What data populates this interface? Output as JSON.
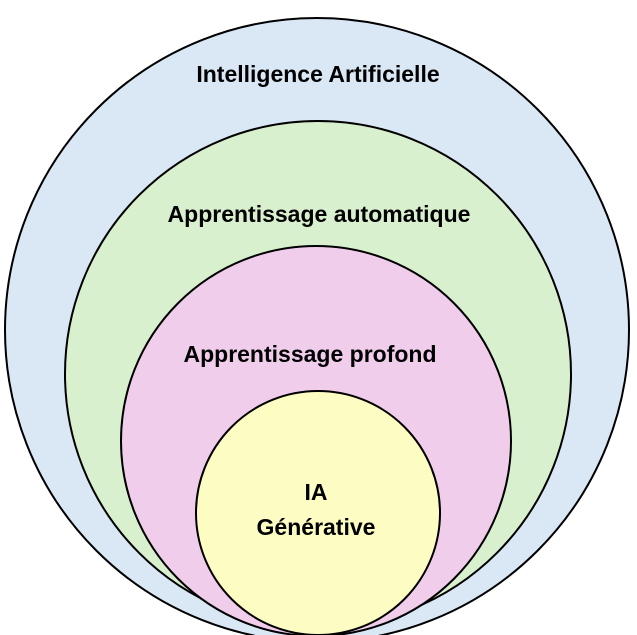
{
  "diagram": {
    "colors": {
      "outline": "#000000",
      "label": "#000000"
    },
    "circles": [
      {
        "key": "ai",
        "label": [
          "Intelligence Artificielle"
        ],
        "fill": "#DAE7F5"
      },
      {
        "key": "ml",
        "label": [
          "Apprentissage automatique"
        ],
        "fill": "#D9F0CF"
      },
      {
        "key": "dl",
        "label": [
          "Apprentissage profond"
        ],
        "fill": "#F1CDEC"
      },
      {
        "key": "gen",
        "label": [
          "IA",
          "Générative"
        ],
        "fill": "#FCFCC3"
      }
    ]
  }
}
